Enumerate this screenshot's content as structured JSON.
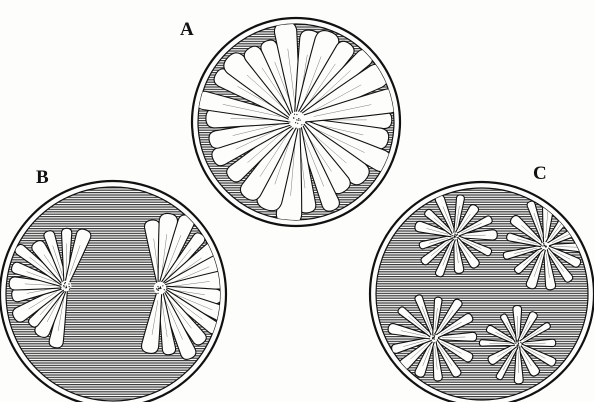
{
  "figure": {
    "labels": {
      "a": "A",
      "b": "B",
      "c": "C"
    },
    "panels": {
      "a": {
        "colonies": 1
      },
      "b": {
        "colonies": 2
      },
      "c": {
        "colonies": 4
      }
    },
    "colors": {
      "ink": "#111111",
      "paper": "#fdfdfb",
      "hatch": "#3c3c3c"
    }
  }
}
